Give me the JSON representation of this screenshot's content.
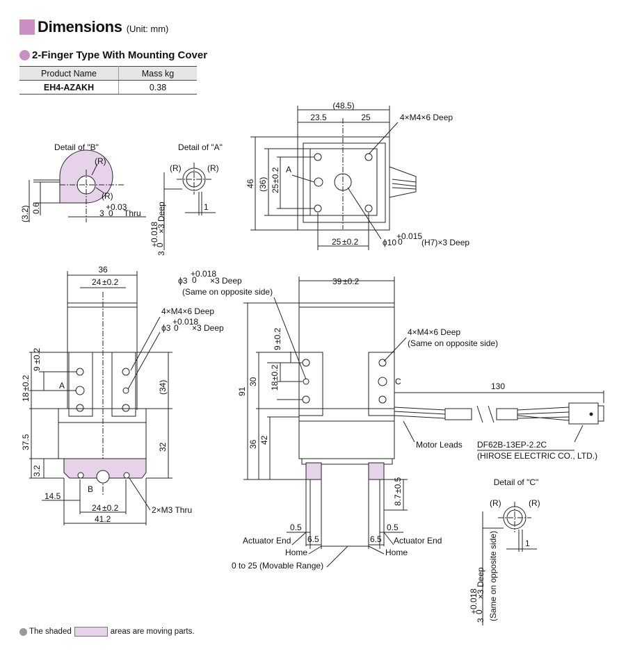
{
  "header": {
    "title": "Dimensions",
    "unit": "(Unit: mm)"
  },
  "section": {
    "title": "2-Finger Type With Mounting Cover"
  },
  "spec_table": {
    "headers": [
      "Product Name",
      "Mass kg"
    ],
    "rows": [
      {
        "product": "EH4-AZAKH",
        "mass": "0.38"
      }
    ]
  },
  "footnote": {
    "before": "The shaded",
    "after": "areas are moving parts."
  },
  "colors": {
    "accent": "#c98fc4",
    "moving_part_fill": "#e6d3ea",
    "line": "#222222"
  },
  "detail_b": {
    "title": "Detail of \"B\"",
    "r1": "(R)",
    "r2": "(R)",
    "d1": "(3.2)",
    "d2": "0.6",
    "hole": "3",
    "hole_tol_up": "+0.03",
    "hole_tol_lo": "0",
    "hole_suffix": "Thru"
  },
  "detail_a": {
    "title": "Detail of \"A\"",
    "r1": "(R)",
    "r2": "(R)",
    "d1": "1",
    "hole": "3",
    "hole_tol_up": "+0.018",
    "hole_tol_lo": "0",
    "hole_suffix": "×3 Deep"
  },
  "top_view": {
    "w_total": "(48.5)",
    "w_left": "23.5",
    "w_right": "25",
    "tapped": "4×M4×6 Deep",
    "h_total": "46",
    "h_inner": "(36)",
    "h_pitch": "25",
    "h_pitch_tol": "±0.2",
    "label_a": "A",
    "bottom_pitch": "25",
    "bottom_pitch_tol": "±0.2",
    "center_bore": "ϕ10",
    "center_bore_tol_up": "+0.015",
    "center_bore_tol_lo": "0",
    "center_bore_suffix": "(H7)×3 Deep"
  },
  "front_view": {
    "w_total": "36",
    "w_pitch": "24",
    "w_pitch_tol": "±0.2",
    "tapped": "4×M4×6 Deep",
    "pin": "ϕ3",
    "pin_tol_up": "+0.018",
    "pin_tol_lo": "0",
    "pin_suffix": "×3 Deep",
    "v_9": "9",
    "v_9_tol": "±0.2",
    "v_18": "18",
    "v_18_tol": "±0.2",
    "label_a": "A",
    "v_34": "(34)",
    "v_37_5": "37.5",
    "v_32": "32",
    "v_3_2": "3.2",
    "label_b": "B",
    "w_14_5": "14.5",
    "w_24b": "24",
    "w_24b_tol": "±0.2",
    "w_41_2": "41.2",
    "thru": "2×M3 Thru"
  },
  "side_view": {
    "pin": "ϕ3",
    "pin_tol_up": "+0.018",
    "pin_tol_lo": "0",
    "pin_suffix": "×3 Deep",
    "pin_note": "(Same on opposite side)",
    "w_39": "39",
    "w_39_tol": "±0.2",
    "tapped": "4×M4×6 Deep",
    "tapped_note": "(Same on opposite side)",
    "v_91": "91",
    "v_30": "30",
    "v_9": "9",
    "v_9_tol": "±0.2",
    "v_18": "18",
    "v_18_tol": "±0.2",
    "v_36": "36",
    "v_42": "42",
    "label_c": "C",
    "cable_len": "130",
    "leads": "Motor Leads",
    "connector": "DF62B-13EP-2.2C",
    "connector_maker": "(HIROSE ELECTRIC CO., LTD.)",
    "v_8_7": "8.7",
    "v_8_7_tol": "±0.5",
    "end_l": "0.5",
    "end_r": "0.5",
    "actuator_end_l": "Actuator End",
    "actuator_end_r": "Actuator End",
    "home_l": "6.5",
    "home_r": "6.5",
    "home_label_l": "Home",
    "home_label_r": "Home",
    "range": "0 to 25 (Movable Range)"
  },
  "detail_c": {
    "title": "Detail of \"C\"",
    "r1": "(R)",
    "r2": "(R)",
    "d1": "1",
    "hole": "3",
    "hole_tol_up": "+0.018",
    "hole_tol_lo": "0",
    "hole_suffix": "×3 Deep",
    "hole_note": "(Same on opposite side)"
  }
}
